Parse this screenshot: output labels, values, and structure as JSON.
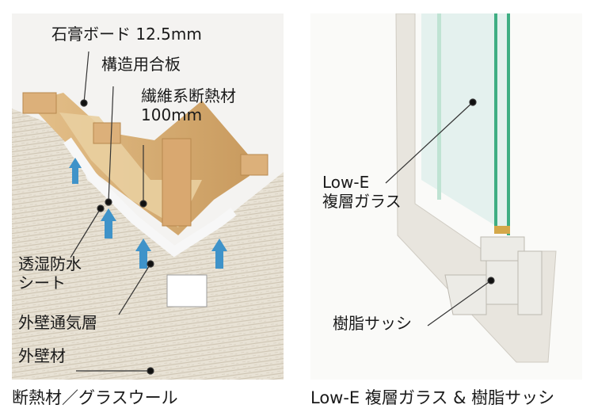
{
  "left_panel": {
    "labels": {
      "gypsum": "石膏ボード 12.5mm",
      "plywood": "構造用合板",
      "insulation_l1": "繊維系断熱材",
      "insulation_l2": "100mm",
      "sheet_l1": "透湿防水",
      "sheet_l2": "シート",
      "air_layer": "外壁通気層",
      "siding": "外壁材"
    },
    "caption": "断熱材／グラスウール"
  },
  "right_panel": {
    "labels": {
      "glass_l1": "Low-E",
      "glass_l2": "複層ガラス",
      "sash": "樹脂サッシ"
    },
    "caption": "Low-E 複層ガラス & 樹脂サッシ"
  },
  "colors": {
    "wood": "#d9b27a",
    "wood_dark": "#b8894e",
    "siding": "#e6e0d3",
    "arrow": "#3f93c9",
    "sash": "#e9e7e1",
    "glass": "#bfe3d3"
  }
}
